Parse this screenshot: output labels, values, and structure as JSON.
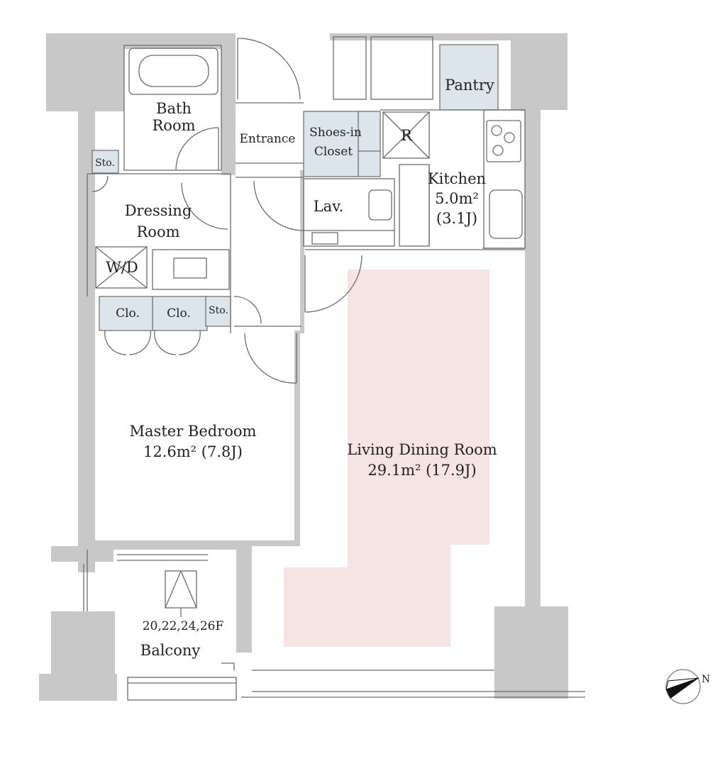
{
  "rooms": {
    "bath": {
      "line1": "Bath",
      "line2": "Room"
    },
    "entrance": "Entrance",
    "shoes": {
      "line1": "Shoes-in",
      "line2": "Closet"
    },
    "fridge": "R",
    "pantry": "Pantry",
    "kitchen": {
      "name": "Kitchen",
      "area": "5.0m²",
      "jo": "(3.1J)"
    },
    "storage_small_1": "Sto.",
    "storage_small_2": "Sto.",
    "dressing": {
      "line1": "Dressing",
      "line2": "Room"
    },
    "lav": "Lav.",
    "washer_dryer": "W/D",
    "closet_1": "Clo.",
    "closet_2": "Clo.",
    "master_bedroom": {
      "name": "Master Bedroom",
      "area": "12.6m²  (7.8J)"
    },
    "living": {
      "name": "Living Dining Room",
      "area": "29.1m²  (17.9J)"
    },
    "balcony": {
      "name": "Balcony",
      "floors": "20,22,24,26F"
    }
  },
  "compass": {
    "label": "N"
  },
  "colors": {
    "wall": "#c8c8c8",
    "storage": "#dce4ec",
    "living_highlight": "#f6e4e4",
    "line": "#6b6b6b"
  }
}
